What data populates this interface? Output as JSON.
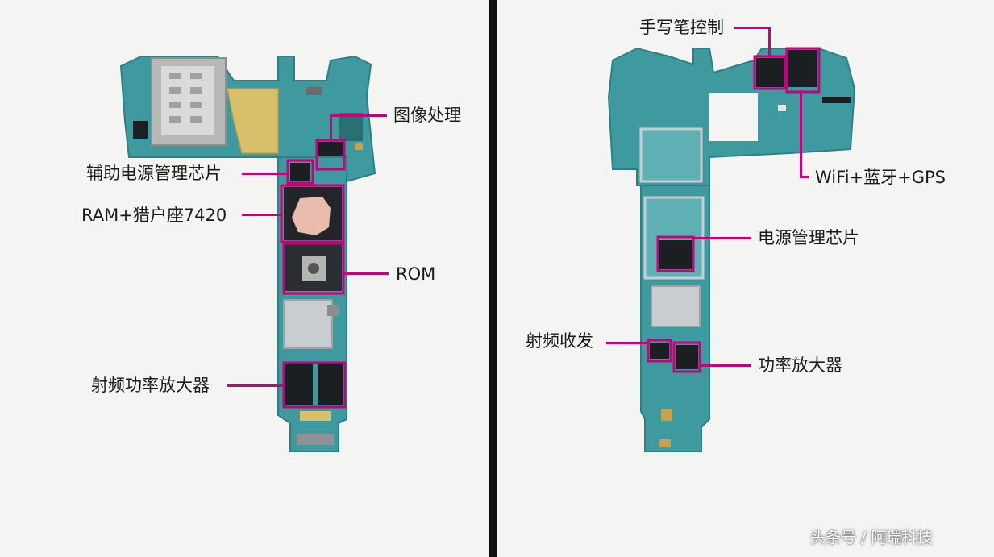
{
  "colors": {
    "highlight": "#c8007a",
    "pcb": "#3f9aa0",
    "pcb_dark": "#2d7f86",
    "shield": "#c9cdd0",
    "chip": "#1c1f22",
    "flex": "#d8c06a"
  },
  "left_board": {
    "labels": {
      "image_processing": "图像处理",
      "aux_pmic": "辅助电源管理芯片",
      "ram_soc": "RAM+猎户座7420",
      "rom": "ROM",
      "rf_pa": "射频功率放大器"
    }
  },
  "right_board": {
    "labels": {
      "pen_control": "手写笔控制",
      "wifi_bt_gps": "WiFi+蓝牙+GPS",
      "pmic": "电源管理芯片",
      "rf_transceiver": "射频收发",
      "power_amp": "功率放大器"
    }
  },
  "watermark": "头条号 / 阿瑞科技"
}
